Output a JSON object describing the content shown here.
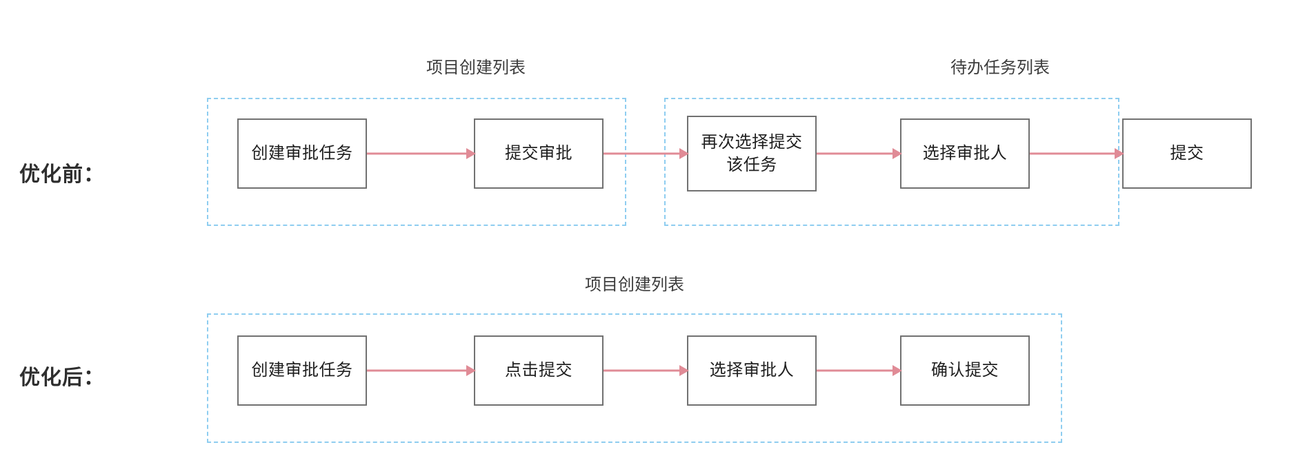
{
  "page": {
    "background_color": "#ffffff",
    "accent_dashed_color": "#8ecdf0",
    "node_border_color": "#717171",
    "arrow_color": "#e08b96",
    "text_color": "#1f1f1f"
  },
  "rows": [
    {
      "label": "优化前：",
      "groups": [
        {
          "title": "项目创建列表"
        },
        {
          "title": "待办任务列表"
        }
      ],
      "nodes": [
        {
          "label": "创建审批任务"
        },
        {
          "label": "提交审批"
        },
        {
          "label": "再次选择提交\n该任务"
        },
        {
          "label": "选择审批人"
        },
        {
          "label": "提交"
        }
      ]
    },
    {
      "label": "优化后：",
      "groups": [
        {
          "title": "项目创建列表"
        }
      ],
      "nodes": [
        {
          "label": "创建审批任务"
        },
        {
          "label": "点击提交"
        },
        {
          "label": "选择审批人"
        },
        {
          "label": "确认提交"
        }
      ]
    }
  ]
}
